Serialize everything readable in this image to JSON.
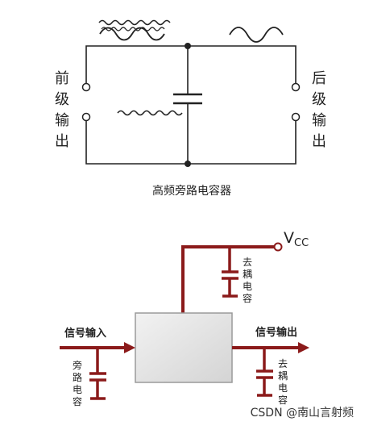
{
  "top_diagram": {
    "left_label": [
      "前",
      "级",
      "输",
      "出"
    ],
    "right_label": [
      "后",
      "级",
      "输",
      "出"
    ],
    "caption": "高频旁路电容器"
  },
  "bottom_diagram": {
    "vcc_label": "V",
    "vcc_subscript": "CC",
    "decoupling_cap_label": [
      "去",
      "耦",
      "电",
      "容"
    ],
    "input_label": "信号输入",
    "output_label": "信号输出",
    "bypass_cap_label": [
      "旁",
      "路",
      "电",
      "容"
    ],
    "output_cap_label": [
      "去",
      "耦",
      "电",
      "容"
    ],
    "wire_color": "#8b1a1a",
    "chip_color": "#e6e6e6"
  },
  "watermark": "CSDN @南山言射频"
}
